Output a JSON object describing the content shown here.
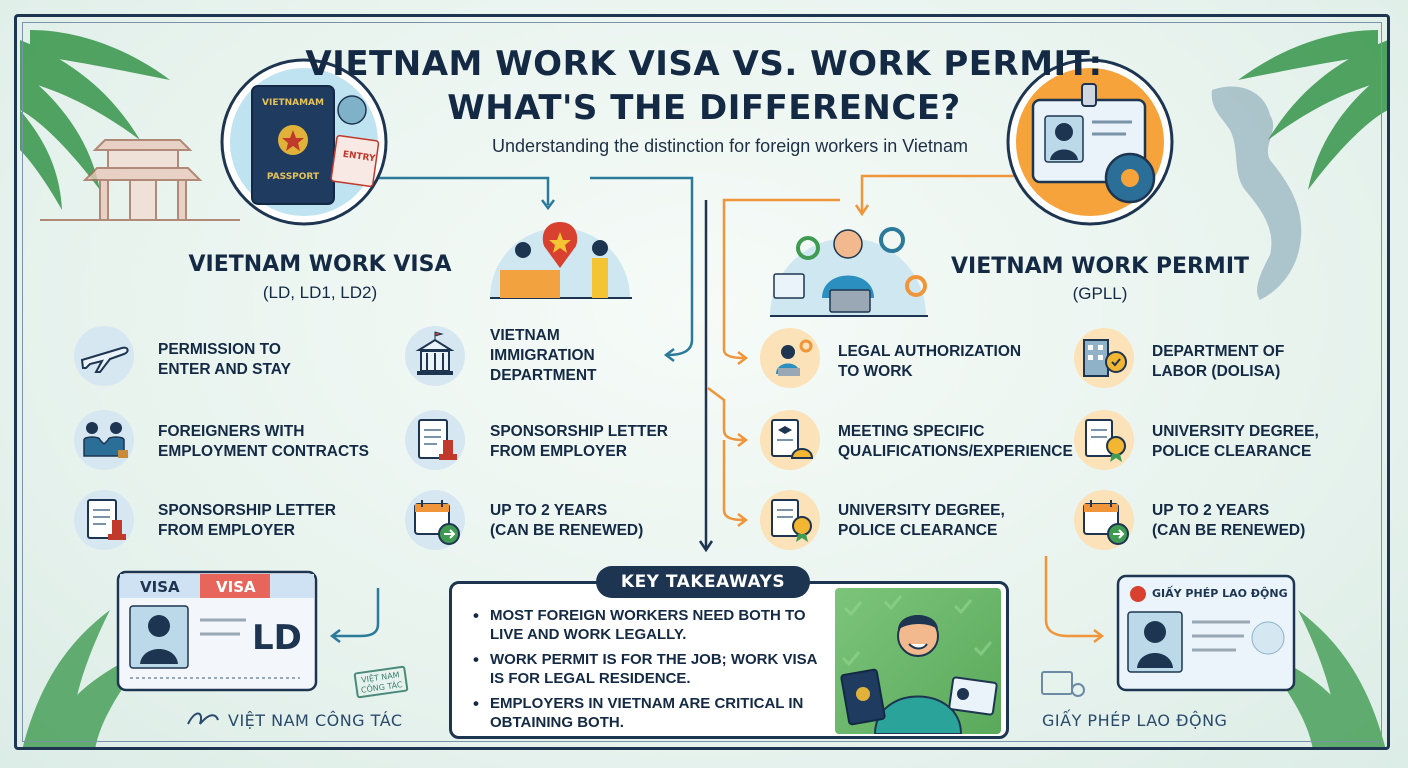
{
  "title_line1": "VIETNAM WORK VISA VS. WORK PERMIT:",
  "title_line2": "WHAT'S THE DIFFERENCE?",
  "subtitle": "Understanding the distinction for foreign workers in Vietnam",
  "passport": {
    "country": "VIETNAMAM",
    "label": "PASSPORT",
    "stamp": "ENTRY"
  },
  "visa_section": {
    "title": "VIETNAM WORK VISA",
    "codes": "(LD, LD1, LD2)",
    "items": [
      {
        "icon": "airplane-icon",
        "text": "PERMISSION TO\nENTER AND STAY"
      },
      {
        "icon": "government-building-icon",
        "text": "VIETNAM\nIMMIGRATION\nDEPARTMENT"
      },
      {
        "icon": "handshake-icon",
        "text": "FOREIGNERS WITH\nEMPLOYMENT CONTRACTS"
      },
      {
        "icon": "sponsorship-letter-icon",
        "text": "SPONSORSHIP LETTER\nFROM EMPLOYER"
      },
      {
        "icon": "sponsorship-letter-icon",
        "text": "SPONSORSHIP LETTER\nFROM EMPLOYER"
      },
      {
        "icon": "calendar-renew-icon",
        "text": "UP TO 2 YEARS\n(CAN BE RENEWED)"
      }
    ]
  },
  "permit_section": {
    "title": "VIETNAM WORK PERMIT",
    "codes": "(GPLL)",
    "items": [
      {
        "icon": "worker-tools-icon",
        "text": "LEGAL AUTHORIZATION\nTO WORK"
      },
      {
        "icon": "labor-office-icon",
        "text": "DEPARTMENT OF\nLABOR (DOLISA)"
      },
      {
        "icon": "qualification-document-icon",
        "text": "MEETING SPECIFIC\nQUALIFICATIONS/EXPERIENCE"
      },
      {
        "icon": "degree-certificate-icon",
        "text": "UNIVERSITY DEGREE,\nPOLICE CLEARANCE"
      },
      {
        "icon": "degree-certificate-icon",
        "text": "UNIVERSITY DEGREE,\nPOLICE CLEARANCE"
      },
      {
        "icon": "calendar-renew-icon",
        "text": "UP TO 2 YEARS\n(CAN BE RENEWED)"
      }
    ]
  },
  "visa_card": {
    "label_blue": "VISA",
    "label_red": "VISA",
    "code": "LD"
  },
  "permit_card": {
    "header": "GIẤY PHÉP LAO ĐỘNG"
  },
  "key_takeaways": {
    "label": "KEY TAKEAWAYS",
    "points": [
      "MOST FOREIGN WORKERS NEED BOTH TO LIVE AND WORK LEGALLY.",
      "WORK PERMIT IS FOR THE JOB; WORK VISA IS FOR LEGAL RESIDENCE.",
      "EMPLOYERS IN VIETNAM ARE CRITICAL IN OBTAINING BOTH."
    ]
  },
  "stamp_text": "VIỆT NAM\nCÔNG TÁC",
  "footer_left": "VIỆT NAM CÔNG TÁC",
  "footer_right": "GIẤY PHÉP LAO ĐỘNG",
  "colors": {
    "navy": "#1d3550",
    "blue_accent": "#2b7a9a",
    "orange_accent": "#f0953a",
    "red": "#d8402f"
  }
}
